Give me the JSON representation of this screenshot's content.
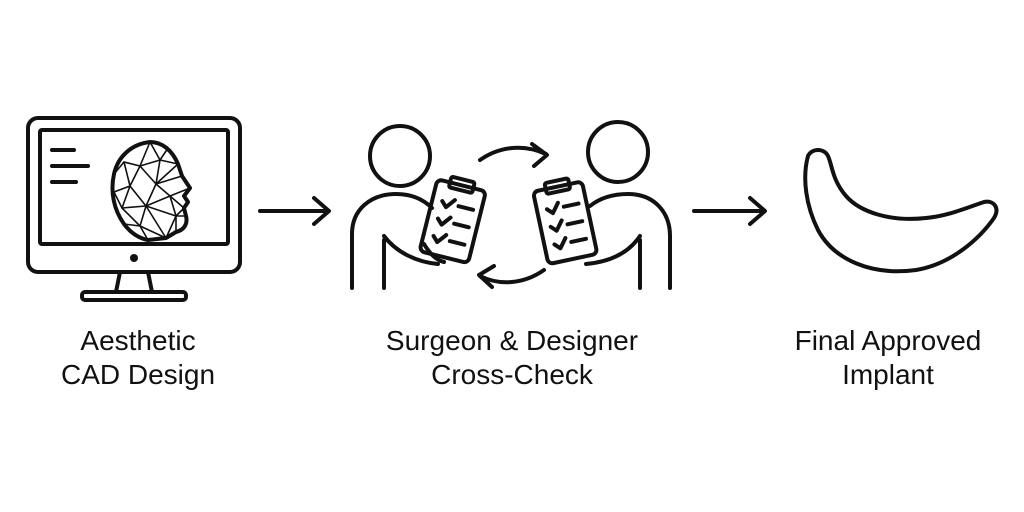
{
  "steps": [
    {
      "icon": "computer-monitor-face-wireframe-icon",
      "lines": [
        "Aesthetic",
        "CAD Design"
      ]
    },
    {
      "icon": "two-people-clipboard-exchange-icon",
      "lines": [
        "Surgeon & Designer",
        "Cross-Check"
      ]
    },
    {
      "icon": "curved-implant-icon",
      "lines": [
        "Final Approved",
        "Implant"
      ]
    }
  ],
  "colors": {
    "stroke": "#111111",
    "background": "#ffffff"
  }
}
